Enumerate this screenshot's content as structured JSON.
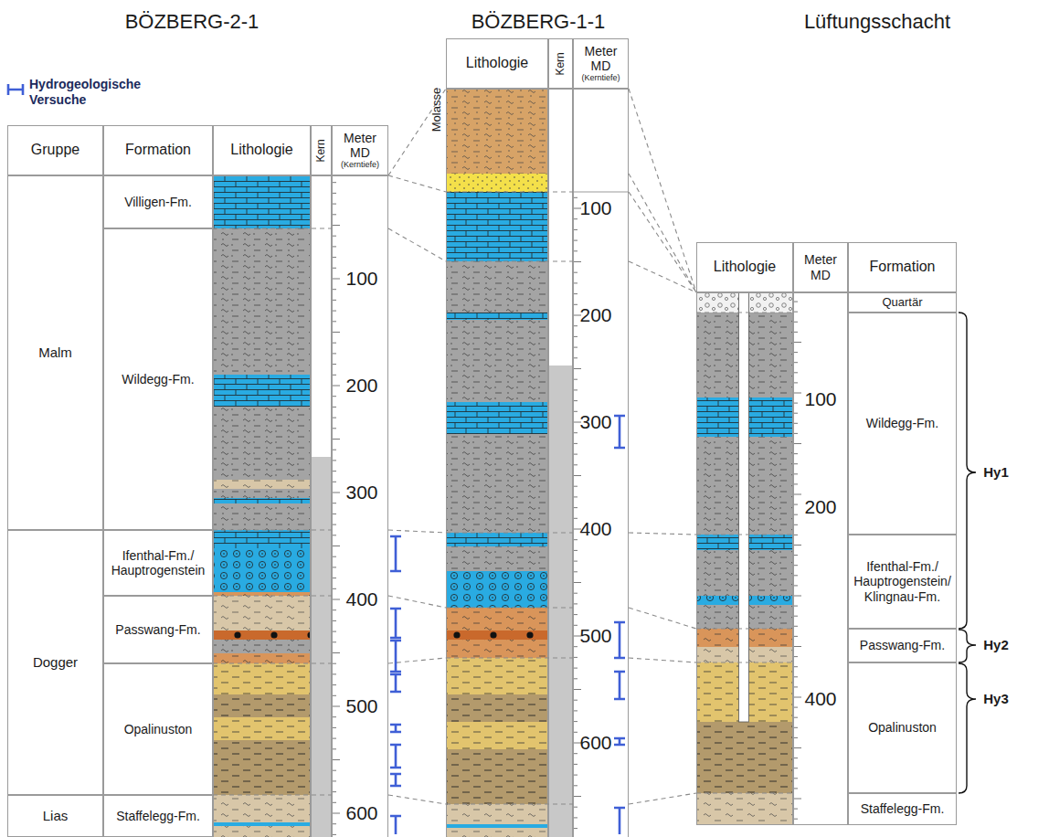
{
  "diagram": {
    "nodes": [
      {
        "text": [
          "Gruppe"
        ]
      },
      {
        "text": [
          "Formation"
        ]
      },
      {
        "text": [
          "Lithologie"
        ]
      },
      {
        "text": [
          "Kern"
        ]
      },
      {
        "text": [
          "Meter MD",
          "(Kerntiefe)"
        ]
      },
      {
        "text": [
          "Malm"
        ]
      },
      {
        "text": [
          "Dogger"
        ]
      },
      {
        "text": [
          "Lias"
        ]
      },
      {
        "text": [
          "Villigen-Fm."
        ]
      },
      {
        "text": [
          "Wildegg-Fm."
        ]
      },
      {
        "text": [
          "Ifenthal-Fm./ Hauptrogenstein"
        ]
      },
      {
        "text": [
          "Passwang-Fm."
        ]
      },
      {
        "text": [
          "Opalinuston"
        ]
      },
      {
        "text": [
          "Staffelegg-Fm."
        ]
      },
      {
        "text": [
          "Lithologie"
        ]
      },
      {
        "text": [
          "Kern"
        ]
      },
      {
        "text": [
          "Meter MD",
          "(Kerntiefe)"
        ]
      },
      {
        "text": [
          "Lithologie"
        ]
      },
      {
        "text": [
          "Meter MD"
        ]
      },
      {
        "text": [
          "Formation"
        ]
      },
      {
        "text": [
          "Quartär"
        ]
      },
      {
        "text": [
          "Wildegg-Fm."
        ]
      },
      {
        "text": [
          "Ifenthal-Fm./ Hauptrogenstein/ Klingnau-Fm."
        ]
      },
      {
        "text": [
          "Passwang-Fm."
        ]
      },
      {
        "text": [
          "Opalinuston"
        ]
      },
      {
        "text": [
          "Staffelegg-Fm."
        ]
      }
    ],
    "labels": [
      "BÖZBERG-2-1",
      "BÖZBERG-1-1",
      "Lüftungsschacht",
      "Molasse",
      "100",
      "200",
      "300",
      "400",
      "500",
      "600",
      "100",
      "200",
      "300",
      "400",
      "500",
      "600",
      "100",
      "200",
      "400",
      "Hy1",
      "Hy2",
      "Hy3"
    ],
    "legend": [
      {
        "text": "Hydrogeologische Versuche"
      }
    ]
  }
}
